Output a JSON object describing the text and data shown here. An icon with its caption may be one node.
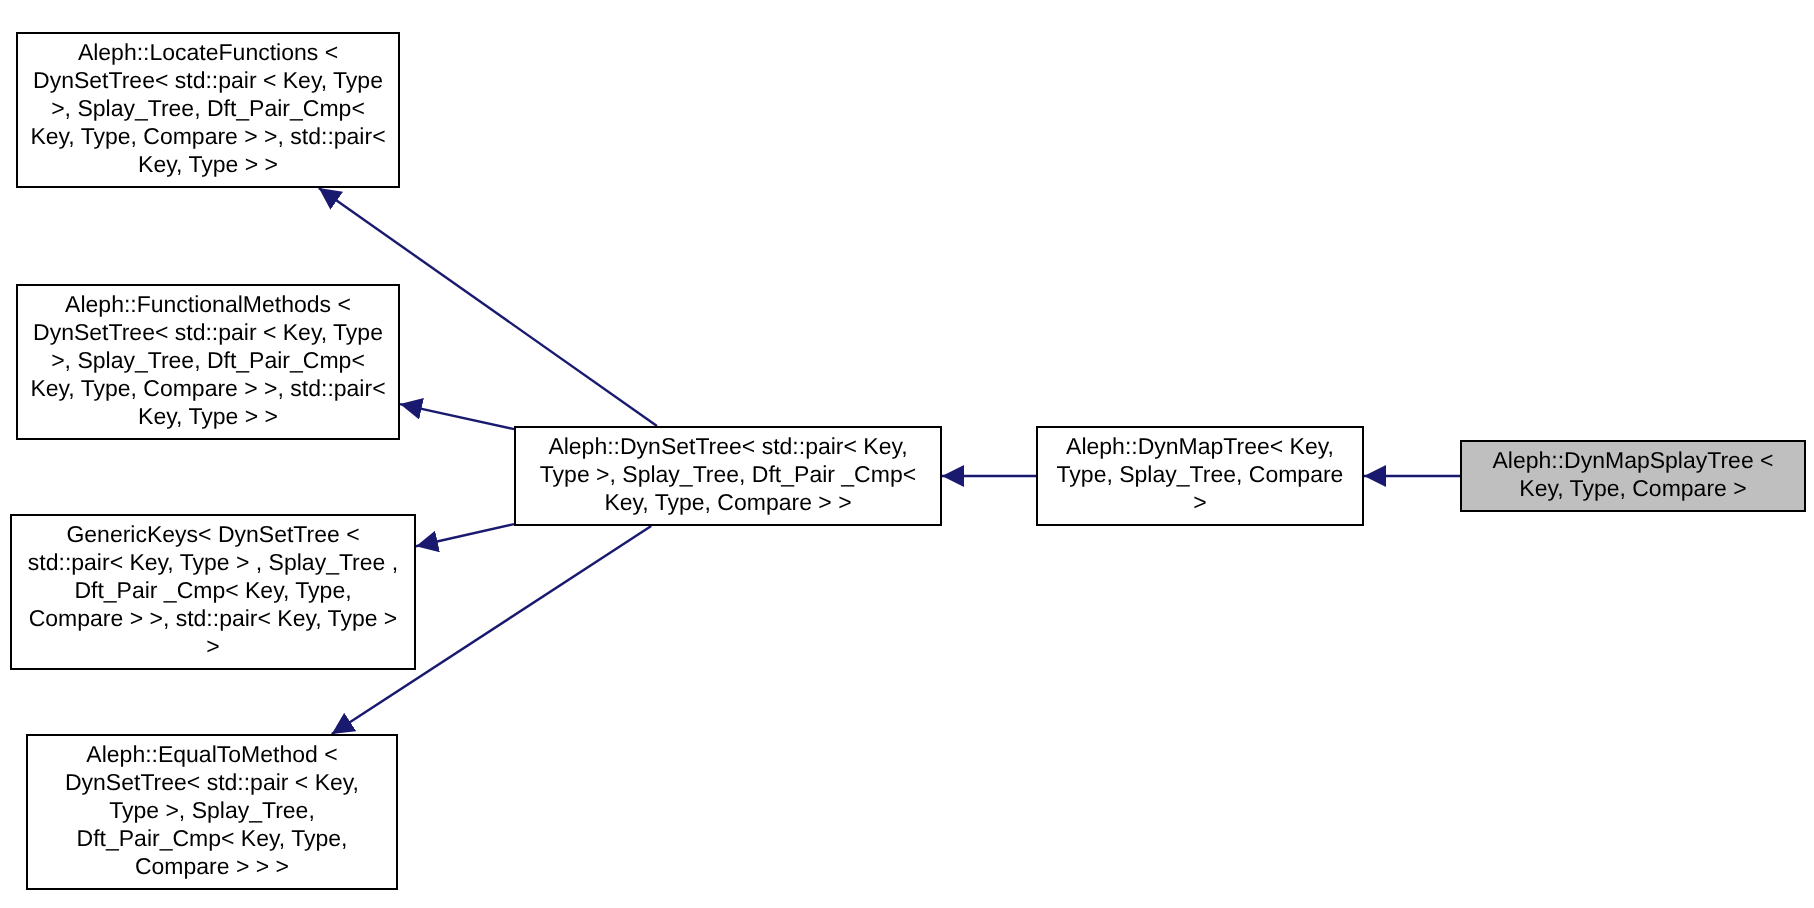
{
  "diagram": {
    "nodes": [
      {
        "text": [
          "Aleph::LocateFunctions < DynSetTree< std::pair < Key, Type >, Splay_Tree, Dft_Pair_Cmp< Key, Type, Compare > >, std::pair< Key, Type > >"
        ]
      },
      {
        "text": [
          "Aleph::FunctionalMethods < DynSetTree< std::pair < Key, Type >, Splay_Tree, Dft_Pair_Cmp< Key, Type, Compare > >, std::pair< Key, Type > >"
        ]
      },
      {
        "text": [
          "GenericKeys< DynSetTree < std::pair< Key, Type > , Splay_Tree , Dft_Pair _Cmp< Key, Type, Compare > >, std::pair< Key, Type > >"
        ]
      },
      {
        "text": [
          "Aleph::EqualToMethod < DynSetTree< std::pair < Key, Type >, Splay_Tree, Dft_Pair_Cmp< Key, Type, Compare > > >"
        ]
      },
      {
        "text": [
          "Aleph::DynSetTree< std::pair< Key, Type >, Splay_Tree, Dft_Pair _Cmp< Key, Type, Compare > >"
        ]
      },
      {
        "text": [
          "Aleph::DynMapTree< Key, Type, Splay_Tree, Compare >"
        ]
      },
      {
        "text": [
          "Aleph::DynMapSplayTree < Key, Type, Compare >"
        ]
      }
    ],
    "edges": [
      {
        "from": 4,
        "to": 0,
        "arrow": "to"
      },
      {
        "from": 4,
        "to": 1,
        "arrow": "to"
      },
      {
        "from": 4,
        "to": 2,
        "arrow": "to"
      },
      {
        "from": 4,
        "to": 3,
        "arrow": "to"
      },
      {
        "from": 5,
        "to": 4,
        "arrow": "to"
      },
      {
        "from": 6,
        "to": 5,
        "arrow": "to"
      }
    ]
  }
}
